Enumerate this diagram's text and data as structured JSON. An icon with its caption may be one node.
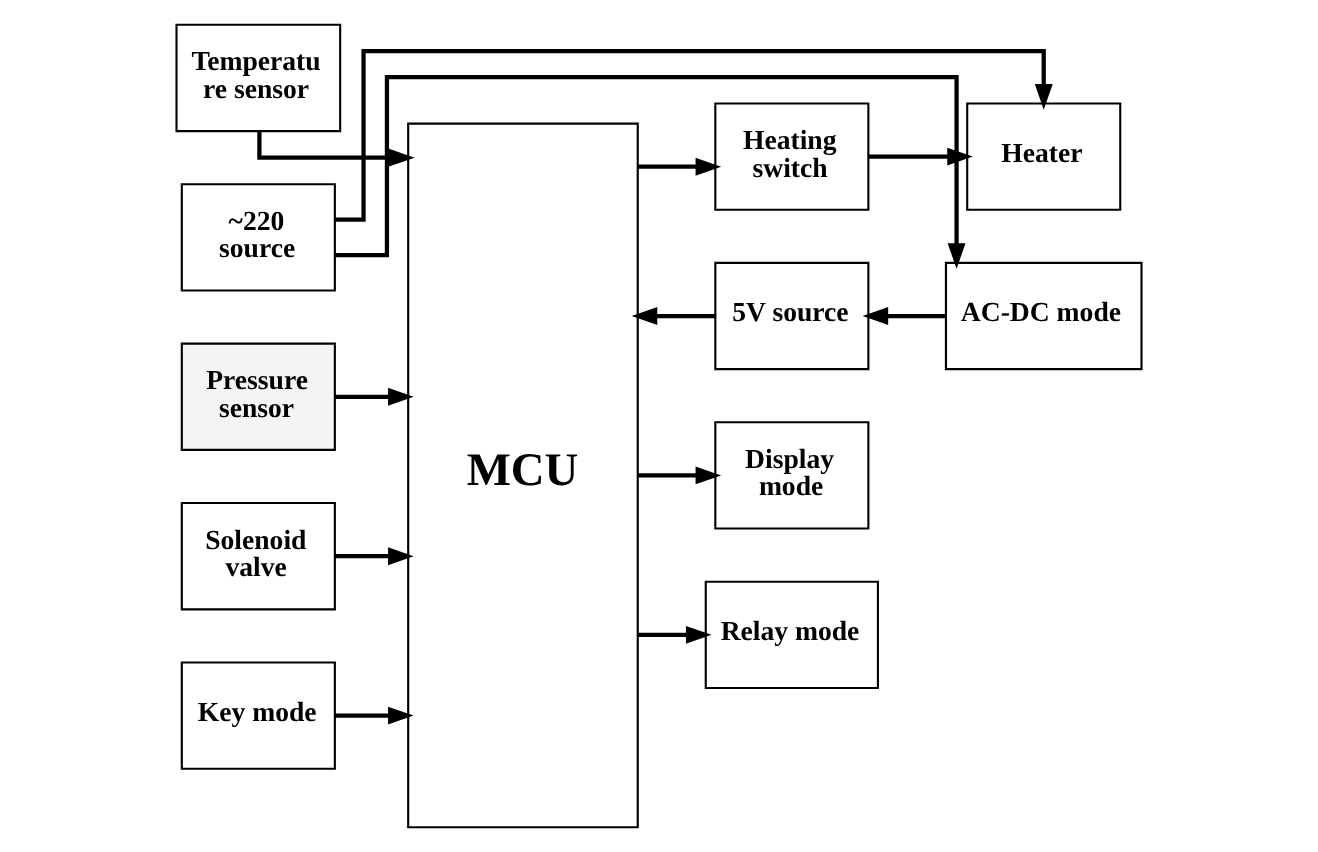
{
  "diagram": {
    "nodes": [
      {
        "text": [
          "Temperatu re sensor"
        ]
      },
      {
        "text": [
          "Pressure sensor"
        ]
      },
      {
        "text": [
          "Solenoid valve"
        ]
      },
      {
        "text": [
          "Key mode"
        ]
      },
      {
        "text": [
          "MCU"
        ]
      },
      {
        "text": [
          "Heating switch"
        ]
      },
      {
        "text": [
          "Heater"
        ]
      },
      {
        "text": [
          "~220 source"
        ]
      },
      {
        "text": [
          "AC-DC mode"
        ]
      },
      {
        "text": [
          "5V source"
        ]
      },
      {
        "text": [
          "Display mode"
        ]
      },
      {
        "text": [
          "Relay mode"
        ]
      }
    ],
    "edges": [
      {
        "from": 0,
        "to": 4,
        "arrow": "to"
      },
      {
        "from": 1,
        "to": 4,
        "arrow": "to"
      },
      {
        "from": 2,
        "to": 4,
        "arrow": "to"
      },
      {
        "from": 3,
        "to": 4,
        "arrow": "to"
      },
      {
        "from": 4,
        "to": 5,
        "arrow": "to"
      },
      {
        "from": 5,
        "to": 6,
        "arrow": "to"
      },
      {
        "from": 7,
        "to": 6,
        "arrow": "to"
      },
      {
        "from": 7,
        "to": 8,
        "arrow": "to"
      },
      {
        "from": 8,
        "to": 9,
        "arrow": "to"
      },
      {
        "from": 9,
        "to": 4,
        "arrow": "to"
      },
      {
        "from": 4,
        "to": 10,
        "arrow": "to"
      },
      {
        "from": 4,
        "to": 11,
        "arrow": "to"
      }
    ]
  }
}
